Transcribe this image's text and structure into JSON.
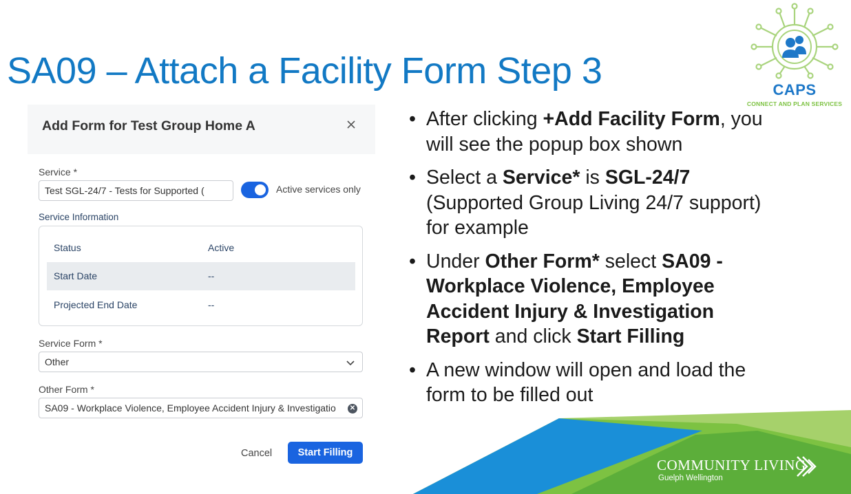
{
  "slide": {
    "title": "SA09 – Attach a Facility Form Step 3"
  },
  "logo": {
    "name": "CAPS",
    "tagline": "CONNECT AND PLAN SERVICES",
    "icon": "people-network-icon"
  },
  "dialog": {
    "title": "Add Form for Test Group Home A",
    "close_icon": "close-icon",
    "service_label": "Service *",
    "service_value": "Test SGL-24/7 - Tests for Supported (",
    "active_only_label": "Active services only",
    "active_only_on": true,
    "service_info_label": "Service Information",
    "info_rows": [
      {
        "key": "Status",
        "value": "Active"
      },
      {
        "key": "Start Date",
        "value": "--"
      },
      {
        "key": "Projected End Date",
        "value": "--"
      }
    ],
    "service_form_label": "Service Form *",
    "service_form_value": "Other",
    "other_form_label": "Other Form *",
    "other_form_value": "SA09 - Workplace Violence, Employee Accident Injury & Investigatio",
    "cancel_label": "Cancel",
    "start_label": "Start Filling"
  },
  "bullets": [
    {
      "parts": [
        {
          "t": "After clicking ",
          "b": false
        },
        {
          "t": "+Add Facility Form",
          "b": true
        },
        {
          "t": ", you will see the popup box shown",
          "b": false
        }
      ]
    },
    {
      "parts": [
        {
          "t": "Select a ",
          "b": false
        },
        {
          "t": "Service*",
          "b": true
        },
        {
          "t": " is ",
          "b": false
        },
        {
          "t": "SGL-24/7",
          "b": true
        },
        {
          "t": " (Supported Group Living 24/7 support) for example",
          "b": false
        }
      ]
    },
    {
      "parts": [
        {
          "t": "Under ",
          "b": false
        },
        {
          "t": "Other Form*",
          "b": true
        },
        {
          "t": " select ",
          "b": false
        },
        {
          "t": "SA09 - Workplace Violence, Employee Accident Injury & Investigation Report",
          "b": true
        },
        {
          "t": " and click ",
          "b": false
        },
        {
          "t": "Start Filling",
          "b": true
        }
      ]
    },
    {
      "parts": [
        {
          "t": "A new window will open and load the form to be filled out",
          "b": false
        }
      ]
    }
  ],
  "footer": {
    "org_name": "COMMUNITY LIVING",
    "org_sub": "Guelph Wellington",
    "colors": {
      "blue": "#1a8fd8",
      "green": "#7dc242"
    }
  },
  "colors": {
    "title": "#1279c4",
    "primary_button": "#1a64e0"
  }
}
